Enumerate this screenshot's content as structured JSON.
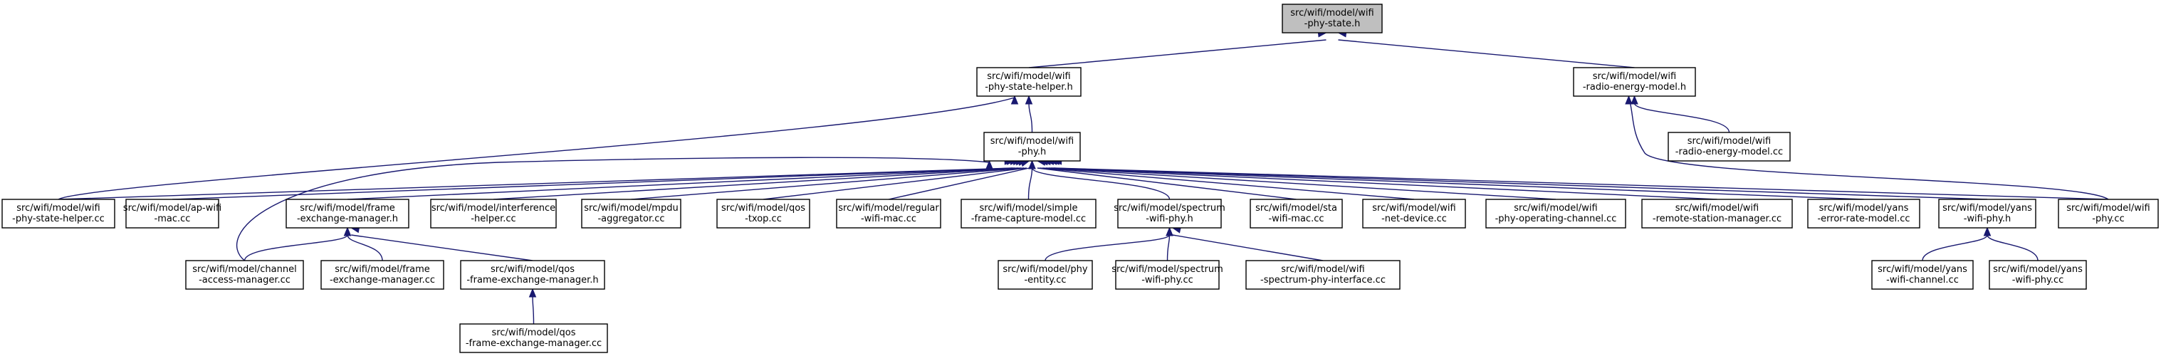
{
  "diagram": {
    "nodes": [
      {
        "id": "root",
        "lines": [
          "src/wifi/model/wifi",
          "-phy-state.h"
        ],
        "highlighted": true
      },
      {
        "id": "psh_h",
        "lines": [
          "src/wifi/model/wifi",
          "-phy-state-helper.h"
        ]
      },
      {
        "id": "rem_h",
        "lines": [
          "src/wifi/model/wifi",
          "-radio-energy-model.h"
        ]
      },
      {
        "id": "phy_h",
        "lines": [
          "src/wifi/model/wifi",
          "-phy.h"
        ]
      },
      {
        "id": "rem_cc",
        "lines": [
          "src/wifi/model/wifi",
          "-radio-energy-model.cc"
        ]
      },
      {
        "id": "psh_cc",
        "lines": [
          "src/wifi/model/wifi",
          "-phy-state-helper.cc"
        ]
      },
      {
        "id": "apmac",
        "lines": [
          "src/wifi/model/ap-wifi",
          "-mac.cc"
        ]
      },
      {
        "id": "fem_h",
        "lines": [
          "src/wifi/model/frame",
          "-exchange-manager.h"
        ]
      },
      {
        "id": "interf",
        "lines": [
          "src/wifi/model/interference",
          "-helper.cc"
        ]
      },
      {
        "id": "mpdu",
        "lines": [
          "src/wifi/model/mpdu",
          "-aggregator.cc"
        ]
      },
      {
        "id": "txop",
        "lines": [
          "src/wifi/model/qos",
          "-txop.cc"
        ]
      },
      {
        "id": "regmac",
        "lines": [
          "src/wifi/model/regular",
          "-wifi-mac.cc"
        ]
      },
      {
        "id": "sfcm",
        "lines": [
          "src/wifi/model/simple",
          "-frame-capture-model.cc"
        ]
      },
      {
        "id": "spec_h",
        "lines": [
          "src/wifi/model/spectrum",
          "-wifi-phy.h"
        ]
      },
      {
        "id": "stamac",
        "lines": [
          "src/wifi/model/sta",
          "-wifi-mac.cc"
        ]
      },
      {
        "id": "netdev",
        "lines": [
          "src/wifi/model/wifi",
          "-net-device.cc"
        ]
      },
      {
        "id": "opchan",
        "lines": [
          "src/wifi/model/wifi",
          "-phy-operating-channel.cc"
        ]
      },
      {
        "id": "rsm",
        "lines": [
          "src/wifi/model/wifi",
          "-remote-station-manager.cc"
        ]
      },
      {
        "id": "yerm",
        "lines": [
          "src/wifi/model/yans",
          "-error-rate-model.cc"
        ]
      },
      {
        "id": "yphy_h",
        "lines": [
          "src/wifi/model/yans",
          "-wifi-phy.h"
        ]
      },
      {
        "id": "phy_cc",
        "lines": [
          "src/wifi/model/wifi",
          "-phy.cc"
        ]
      },
      {
        "id": "cam",
        "lines": [
          "src/wifi/model/channel",
          "-access-manager.cc"
        ]
      },
      {
        "id": "fem_cc",
        "lines": [
          "src/wifi/model/frame",
          "-exchange-manager.cc"
        ]
      },
      {
        "id": "qfem_h",
        "lines": [
          "src/wifi/model/qos",
          "-frame-exchange-manager.h"
        ]
      },
      {
        "id": "pe",
        "lines": [
          "src/wifi/model/phy",
          "-entity.cc"
        ]
      },
      {
        "id": "spec_cc",
        "lines": [
          "src/wifi/model/spectrum",
          "-wifi-phy.cc"
        ]
      },
      {
        "id": "spi",
        "lines": [
          "src/wifi/model/wifi",
          "-spectrum-phy-interface.cc"
        ]
      },
      {
        "id": "ychan",
        "lines": [
          "src/wifi/model/yans",
          "-wifi-channel.cc"
        ]
      },
      {
        "id": "yphy_cc",
        "lines": [
          "src/wifi/model/yans",
          "-wifi-phy.cc"
        ]
      },
      {
        "id": "qfem_cc",
        "lines": [
          "src/wifi/model/qos",
          "-frame-exchange-manager.cc"
        ]
      }
    ],
    "edges": [
      [
        "psh_h",
        "root"
      ],
      [
        "rem_h",
        "root"
      ],
      [
        "phy_h",
        "psh_h"
      ],
      [
        "psh_cc",
        "psh_h"
      ],
      [
        "rem_cc",
        "rem_h"
      ],
      [
        "phy_cc",
        "rem_h"
      ],
      [
        "psh_cc",
        "phy_h"
      ],
      [
        "apmac",
        "phy_h"
      ],
      [
        "fem_h",
        "phy_h"
      ],
      [
        "interf",
        "phy_h"
      ],
      [
        "mpdu",
        "phy_h"
      ],
      [
        "txop",
        "phy_h"
      ],
      [
        "regmac",
        "phy_h"
      ],
      [
        "sfcm",
        "phy_h"
      ],
      [
        "spec_h",
        "phy_h"
      ],
      [
        "stamac",
        "phy_h"
      ],
      [
        "netdev",
        "phy_h"
      ],
      [
        "opchan",
        "phy_h"
      ],
      [
        "rsm",
        "phy_h"
      ],
      [
        "yerm",
        "phy_h"
      ],
      [
        "yphy_h",
        "phy_h"
      ],
      [
        "phy_cc",
        "phy_h"
      ],
      [
        "cam",
        "phy_h"
      ],
      [
        "cam",
        "fem_h"
      ],
      [
        "fem_cc",
        "fem_h"
      ],
      [
        "qfem_h",
        "fem_h"
      ],
      [
        "qfem_cc",
        "qfem_h"
      ],
      [
        "pe",
        "spec_h"
      ],
      [
        "spec_cc",
        "spec_h"
      ],
      [
        "spi",
        "spec_h"
      ],
      [
        "ychan",
        "yphy_h"
      ],
      [
        "yphy_cc",
        "yphy_h"
      ]
    ]
  }
}
